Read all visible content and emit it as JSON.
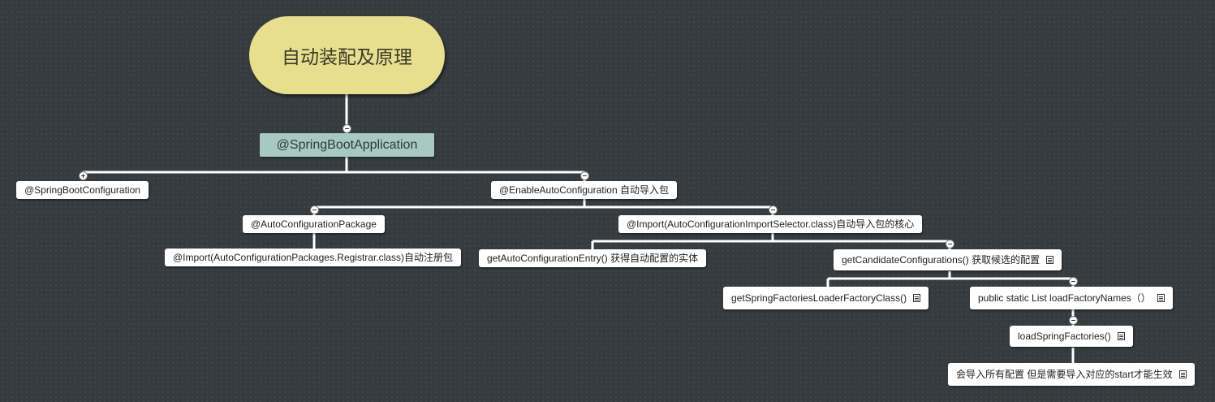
{
  "mindmap": {
    "root": "自动装配及原理",
    "main": "@SpringBootApplication",
    "nodes": {
      "springboot_configuration": "@SpringBootConfiguration",
      "enable_auto_configuration": "@EnableAutoConfiguration 自动导入包",
      "auto_configuration_package": "@AutoConfigurationPackage",
      "import_registrar": "@Import(AutoConfigurationPackages.Registrar.class)自动注册包",
      "import_selector": "@Import(AutoConfigurationImportSelector.class)自动导入包的核心",
      "get_auto_configuration_entry": "getAutoConfigurationEntry() 获得自动配置的实体",
      "get_candidate_configurations": "getCandidateConfigurations() 获取候选的配置",
      "get_spring_factories_loader": "getSpringFactoriesLoaderFactoryClass()",
      "load_factory_names": "public static List loadFactoryNames（）",
      "load_spring_factories": "loadSpringFactories()",
      "import_all_configs": "会导入所有配置 但是需要导入对应的start才能生效"
    }
  },
  "colors": {
    "background": "#353b3e",
    "root_fill": "#e8df8e",
    "main_fill": "#a7c9c2",
    "node_fill": "#ffffff",
    "connector": "#ffffff"
  },
  "icons": {
    "note": "note-icon",
    "collapse": "minus-circle-icon",
    "expand": "plus-circle-icon"
  }
}
